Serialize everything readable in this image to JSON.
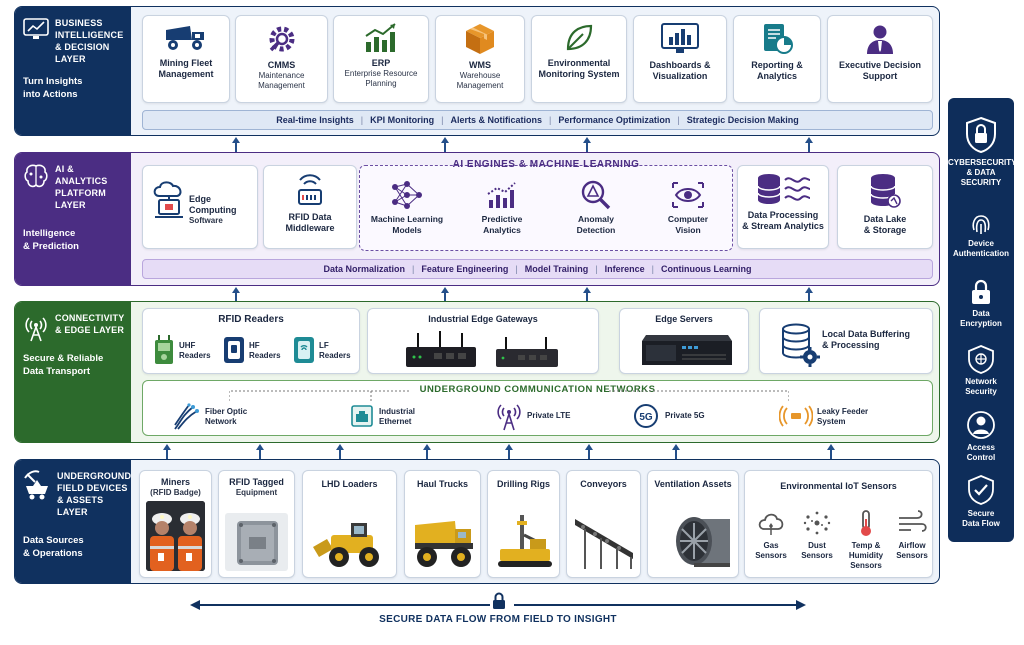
{
  "layers": {
    "bi": {
      "title_l1": "Business",
      "title_l2": "Intelligence",
      "title_l3": "& Decision Layer",
      "sub_l1": "Turn Insights",
      "sub_l2": "into Actions",
      "color": "#10315f",
      "cards": [
        {
          "name": "Mining Fleet",
          "desc": "Management"
        },
        {
          "name": "CMMS",
          "desc": "Maintenance",
          "desc2": "Management"
        },
        {
          "name": "ERP",
          "desc": "Enterprise Resource",
          "desc2": "Planning"
        },
        {
          "name": "WMS",
          "desc": "Warehouse",
          "desc2": "Management"
        },
        {
          "name": "Environmental",
          "desc": "Monitoring System"
        },
        {
          "name": "Dashboards &",
          "desc": "Visualization"
        },
        {
          "name": "Reporting &",
          "desc": "Analytics"
        },
        {
          "name": "Executive Decision",
          "desc": "Support"
        }
      ],
      "strip": [
        "Real-time Insights",
        "KPI Monitoring",
        "Alerts & Notifications",
        "Performance Optimization",
        "Strategic Decision Making"
      ]
    },
    "ai": {
      "title_l1": "AI & Analytics",
      "title_l2": "Platform Layer",
      "sub_l1": "Intelligence",
      "sub_l2": "& Prediction",
      "color": "#4b2d83",
      "edge": {
        "l1": "Edge Computing",
        "l2": "Software"
      },
      "rfid": {
        "l1": "RFID Data",
        "l2": "Middleware"
      },
      "engines_title": "AI ENGINES & MACHINE LEARNING",
      "engines": [
        {
          "l1": "Machine Learning",
          "l2": "Models"
        },
        {
          "l1": "Predictive",
          "l2": "Analytics"
        },
        {
          "l1": "Anomaly",
          "l2": "Detection"
        },
        {
          "l1": "Computer",
          "l2": "Vision"
        }
      ],
      "dp": {
        "l1": "Data Processing",
        "l2": "& Stream Analytics"
      },
      "lake": {
        "l1": "Data Lake",
        "l2": "& Storage"
      },
      "strip": [
        "Data Normalization",
        "Feature Engineering",
        "Model Training",
        "Inference",
        "Continuous Learning"
      ]
    },
    "conn": {
      "title_l1": "Connectivity",
      "title_l2": "& Edge Layer",
      "sub_l1": "Secure & Reliable",
      "sub_l2": "Data Transport",
      "color": "#2c6a2c",
      "rfid_title": "RFID Readers",
      "readers": [
        {
          "l1": "UHF",
          "l2": "Readers"
        },
        {
          "l1": "HF",
          "l2": "Readers"
        },
        {
          "l1": "LF",
          "l2": "Readers"
        }
      ],
      "gateways": "Industrial Edge Gateways",
      "servers": "Edge Servers",
      "buffer": {
        "l1": "Local Data Buffering",
        "l2": "& Processing"
      },
      "networks_title": "UNDERGROUND COMMUNICATION NETWORKS",
      "networks": [
        {
          "l1": "Fiber Optic",
          "l2": "Network"
        },
        {
          "l1": "Industrial",
          "l2": "Ethernet"
        },
        {
          "l1": "Private LTE",
          "l2": ""
        },
        {
          "l1": "Private 5G",
          "l2": ""
        },
        {
          "l1": "Leaky Feeder",
          "l2": "System"
        }
      ]
    },
    "field": {
      "title_l1": "Underground",
      "title_l2": "Field Devices",
      "title_l3": "& Assets Layer",
      "sub_l1": "Data Sources",
      "sub_l2": "& Operations",
      "color": "#10315f",
      "assets": [
        {
          "l1": "Miners",
          "l2": "(RFID Badge)"
        },
        {
          "l1": "RFID Tagged",
          "l2": "Equipment"
        },
        {
          "l1": "LHD Loaders",
          "l2": ""
        },
        {
          "l1": "Haul Trucks",
          "l2": ""
        },
        {
          "l1": "Drilling Rigs",
          "l2": ""
        },
        {
          "l1": "Conveyors",
          "l2": ""
        },
        {
          "l1": "Ventilation Assets",
          "l2": ""
        }
      ],
      "iot_title": "Environmental IoT Sensors",
      "sensors": [
        {
          "l1": "Gas",
          "l2": "Sensors"
        },
        {
          "l1": "Dust",
          "l2": "Sensors"
        },
        {
          "l1": "Temp & Humidity",
          "l2": "Sensors"
        },
        {
          "l1": "Airflow",
          "l2": "Sensors"
        }
      ]
    }
  },
  "security": {
    "title_l1": "CYBERSECURITY",
    "title_l2": "& DATA SECURITY",
    "items": [
      {
        "l1": "Device",
        "l2": "Authentication"
      },
      {
        "l1": "Data",
        "l2": "Encryption"
      },
      {
        "l1": "Network",
        "l2": "Security"
      },
      {
        "l1": "Access",
        "l2": "Control"
      },
      {
        "l1": "Secure",
        "l2": "Data Flow"
      }
    ]
  },
  "footer": {
    "label": "SECURE DATA FLOW FROM FIELD TO INSIGHT"
  },
  "colors": {
    "navy": "#10315f",
    "purple": "#4b2d83",
    "green": "#2c6a2c",
    "accent": "#244f8a"
  }
}
